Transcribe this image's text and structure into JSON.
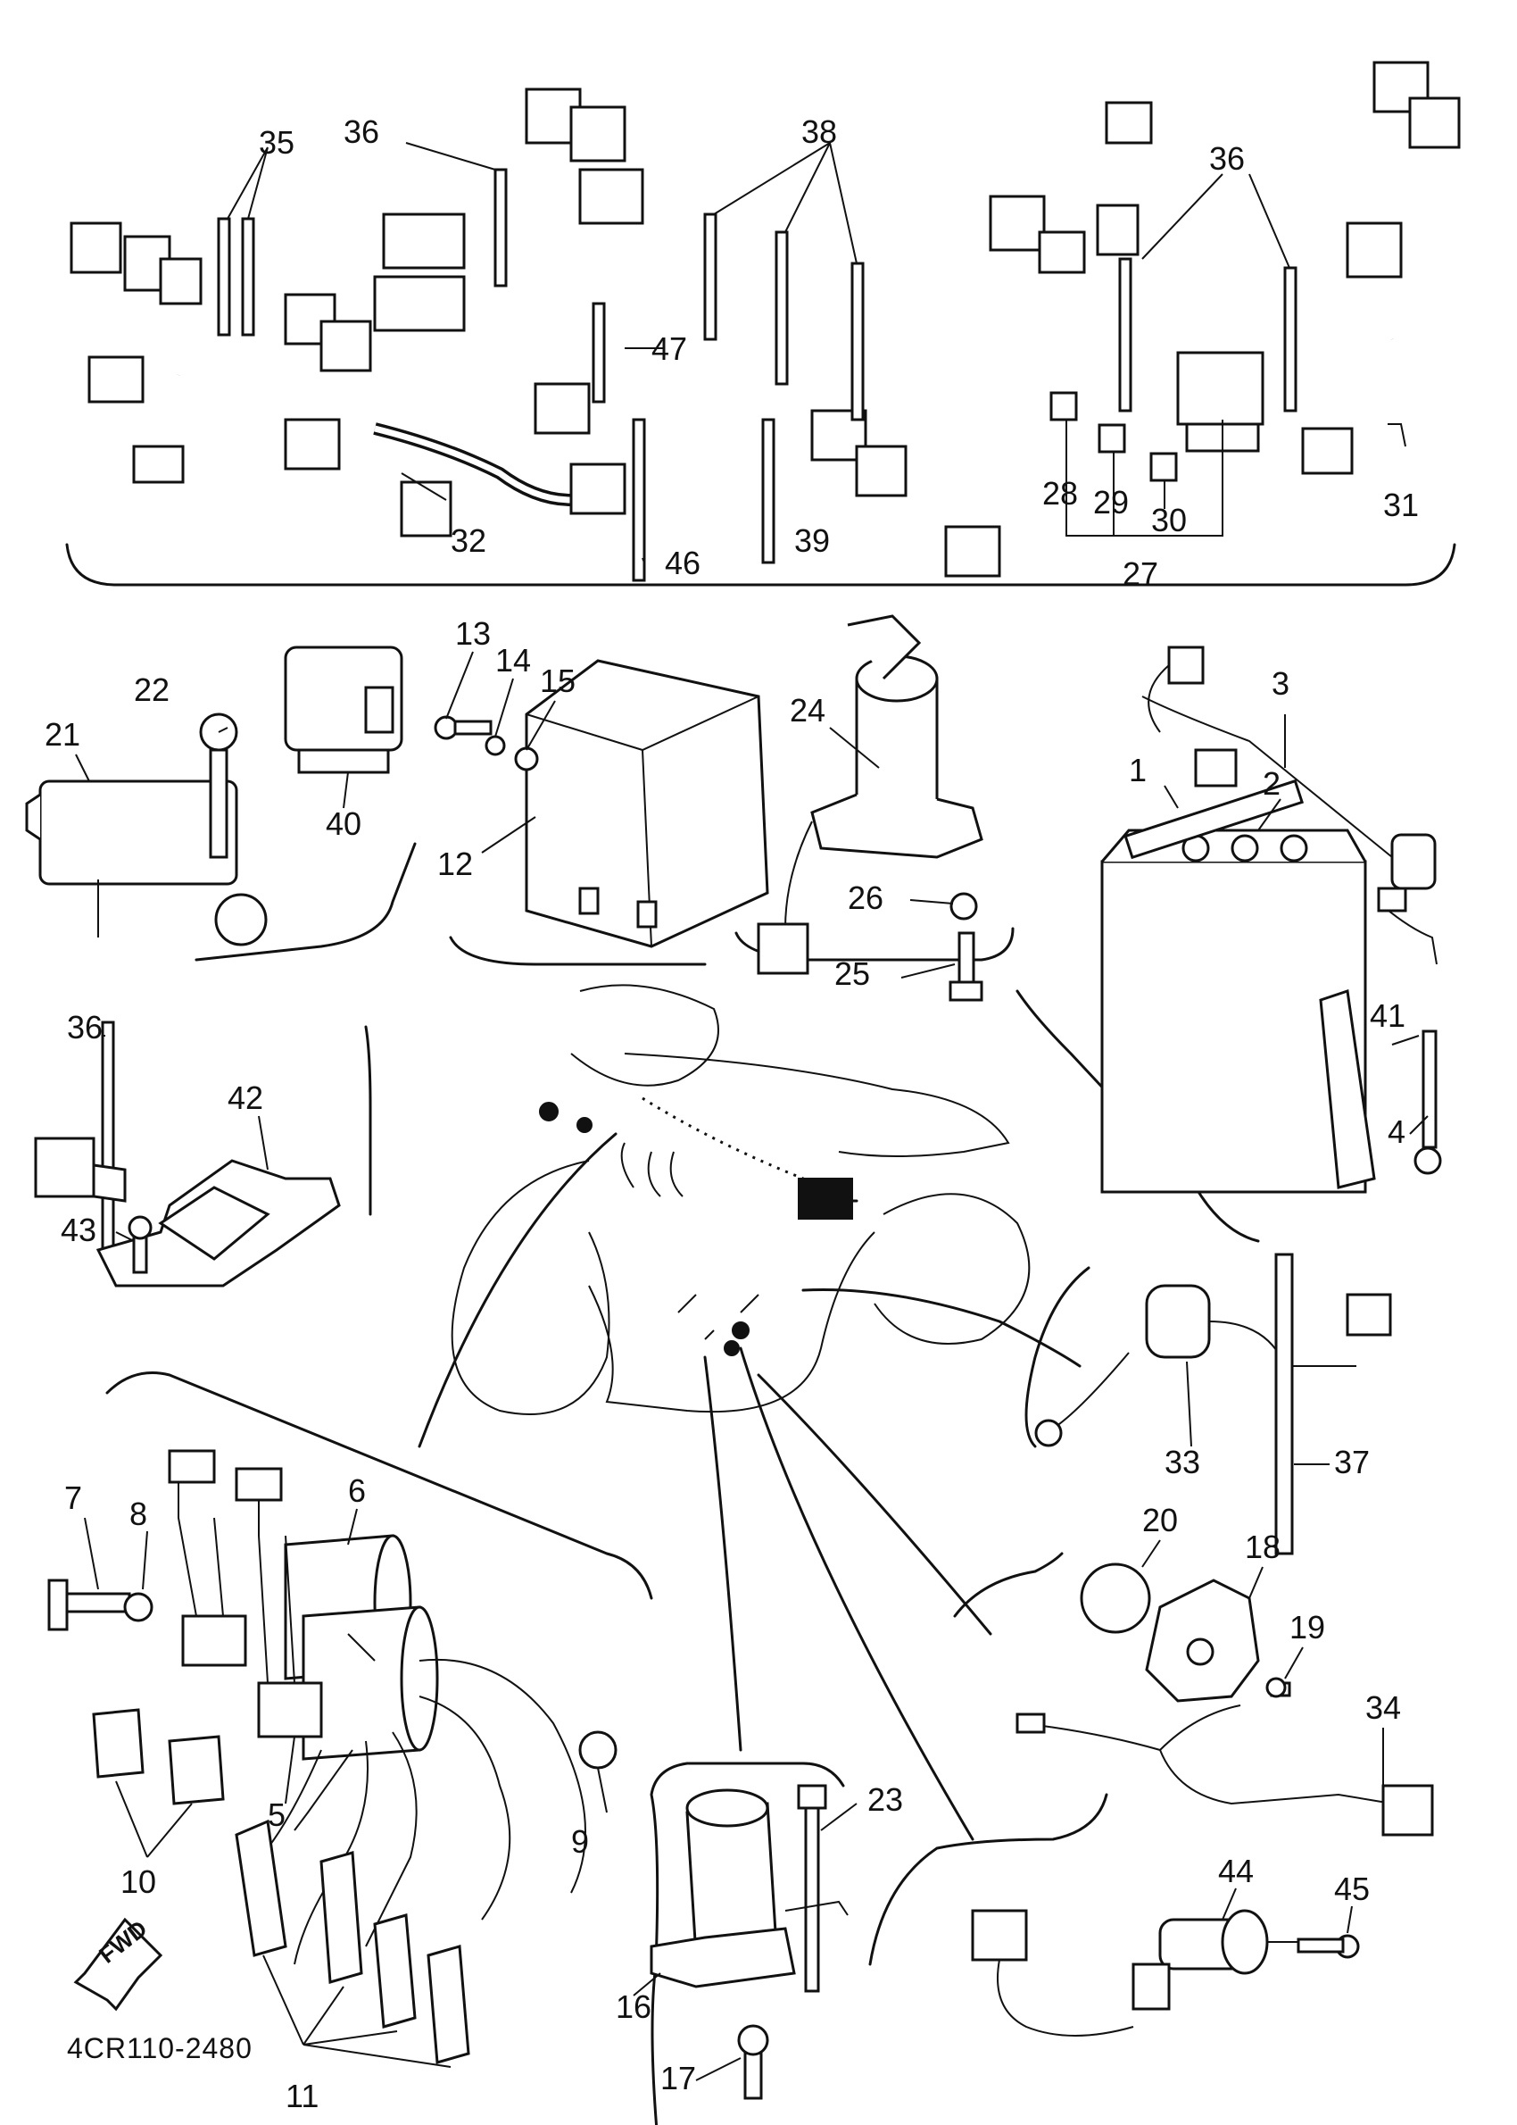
{
  "diagram": {
    "code": "4CR110-2480",
    "fwd_label": "FWD",
    "callouts": [
      "1",
      "2",
      "3",
      "4",
      "5",
      "6",
      "7",
      "8",
      "9",
      "10",
      "11",
      "12",
      "13",
      "14",
      "15",
      "16",
      "17",
      "18",
      "19",
      "20",
      "21",
      "22",
      "23",
      "24",
      "25",
      "26",
      "27",
      "28",
      "29",
      "30",
      "31",
      "32",
      "33",
      "34",
      "35",
      "36",
      "36",
      "36",
      "37",
      "38",
      "39",
      "40",
      "41",
      "42",
      "43",
      "44",
      "45",
      "46",
      "47"
    ]
  }
}
